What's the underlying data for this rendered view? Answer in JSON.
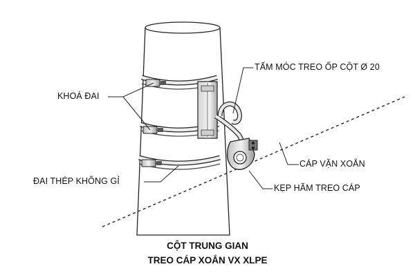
{
  "labels": {
    "hook_plate": "TẤM MÓC TREO ỐP CỘT Ø 20",
    "band_buckle": "KHOÁ ĐAI",
    "twisted_cable": "CÁP VẶN XOẮN",
    "stainless_band": "ĐAI THÉP KHÔNG GỈ",
    "suspension_clamp": "KẸP HÃM TREO CÁP"
  },
  "caption": {
    "line1": "CỘT TRUNG GIAN",
    "line2": "TREO CÁP XOẮN VX XLPE"
  }
}
